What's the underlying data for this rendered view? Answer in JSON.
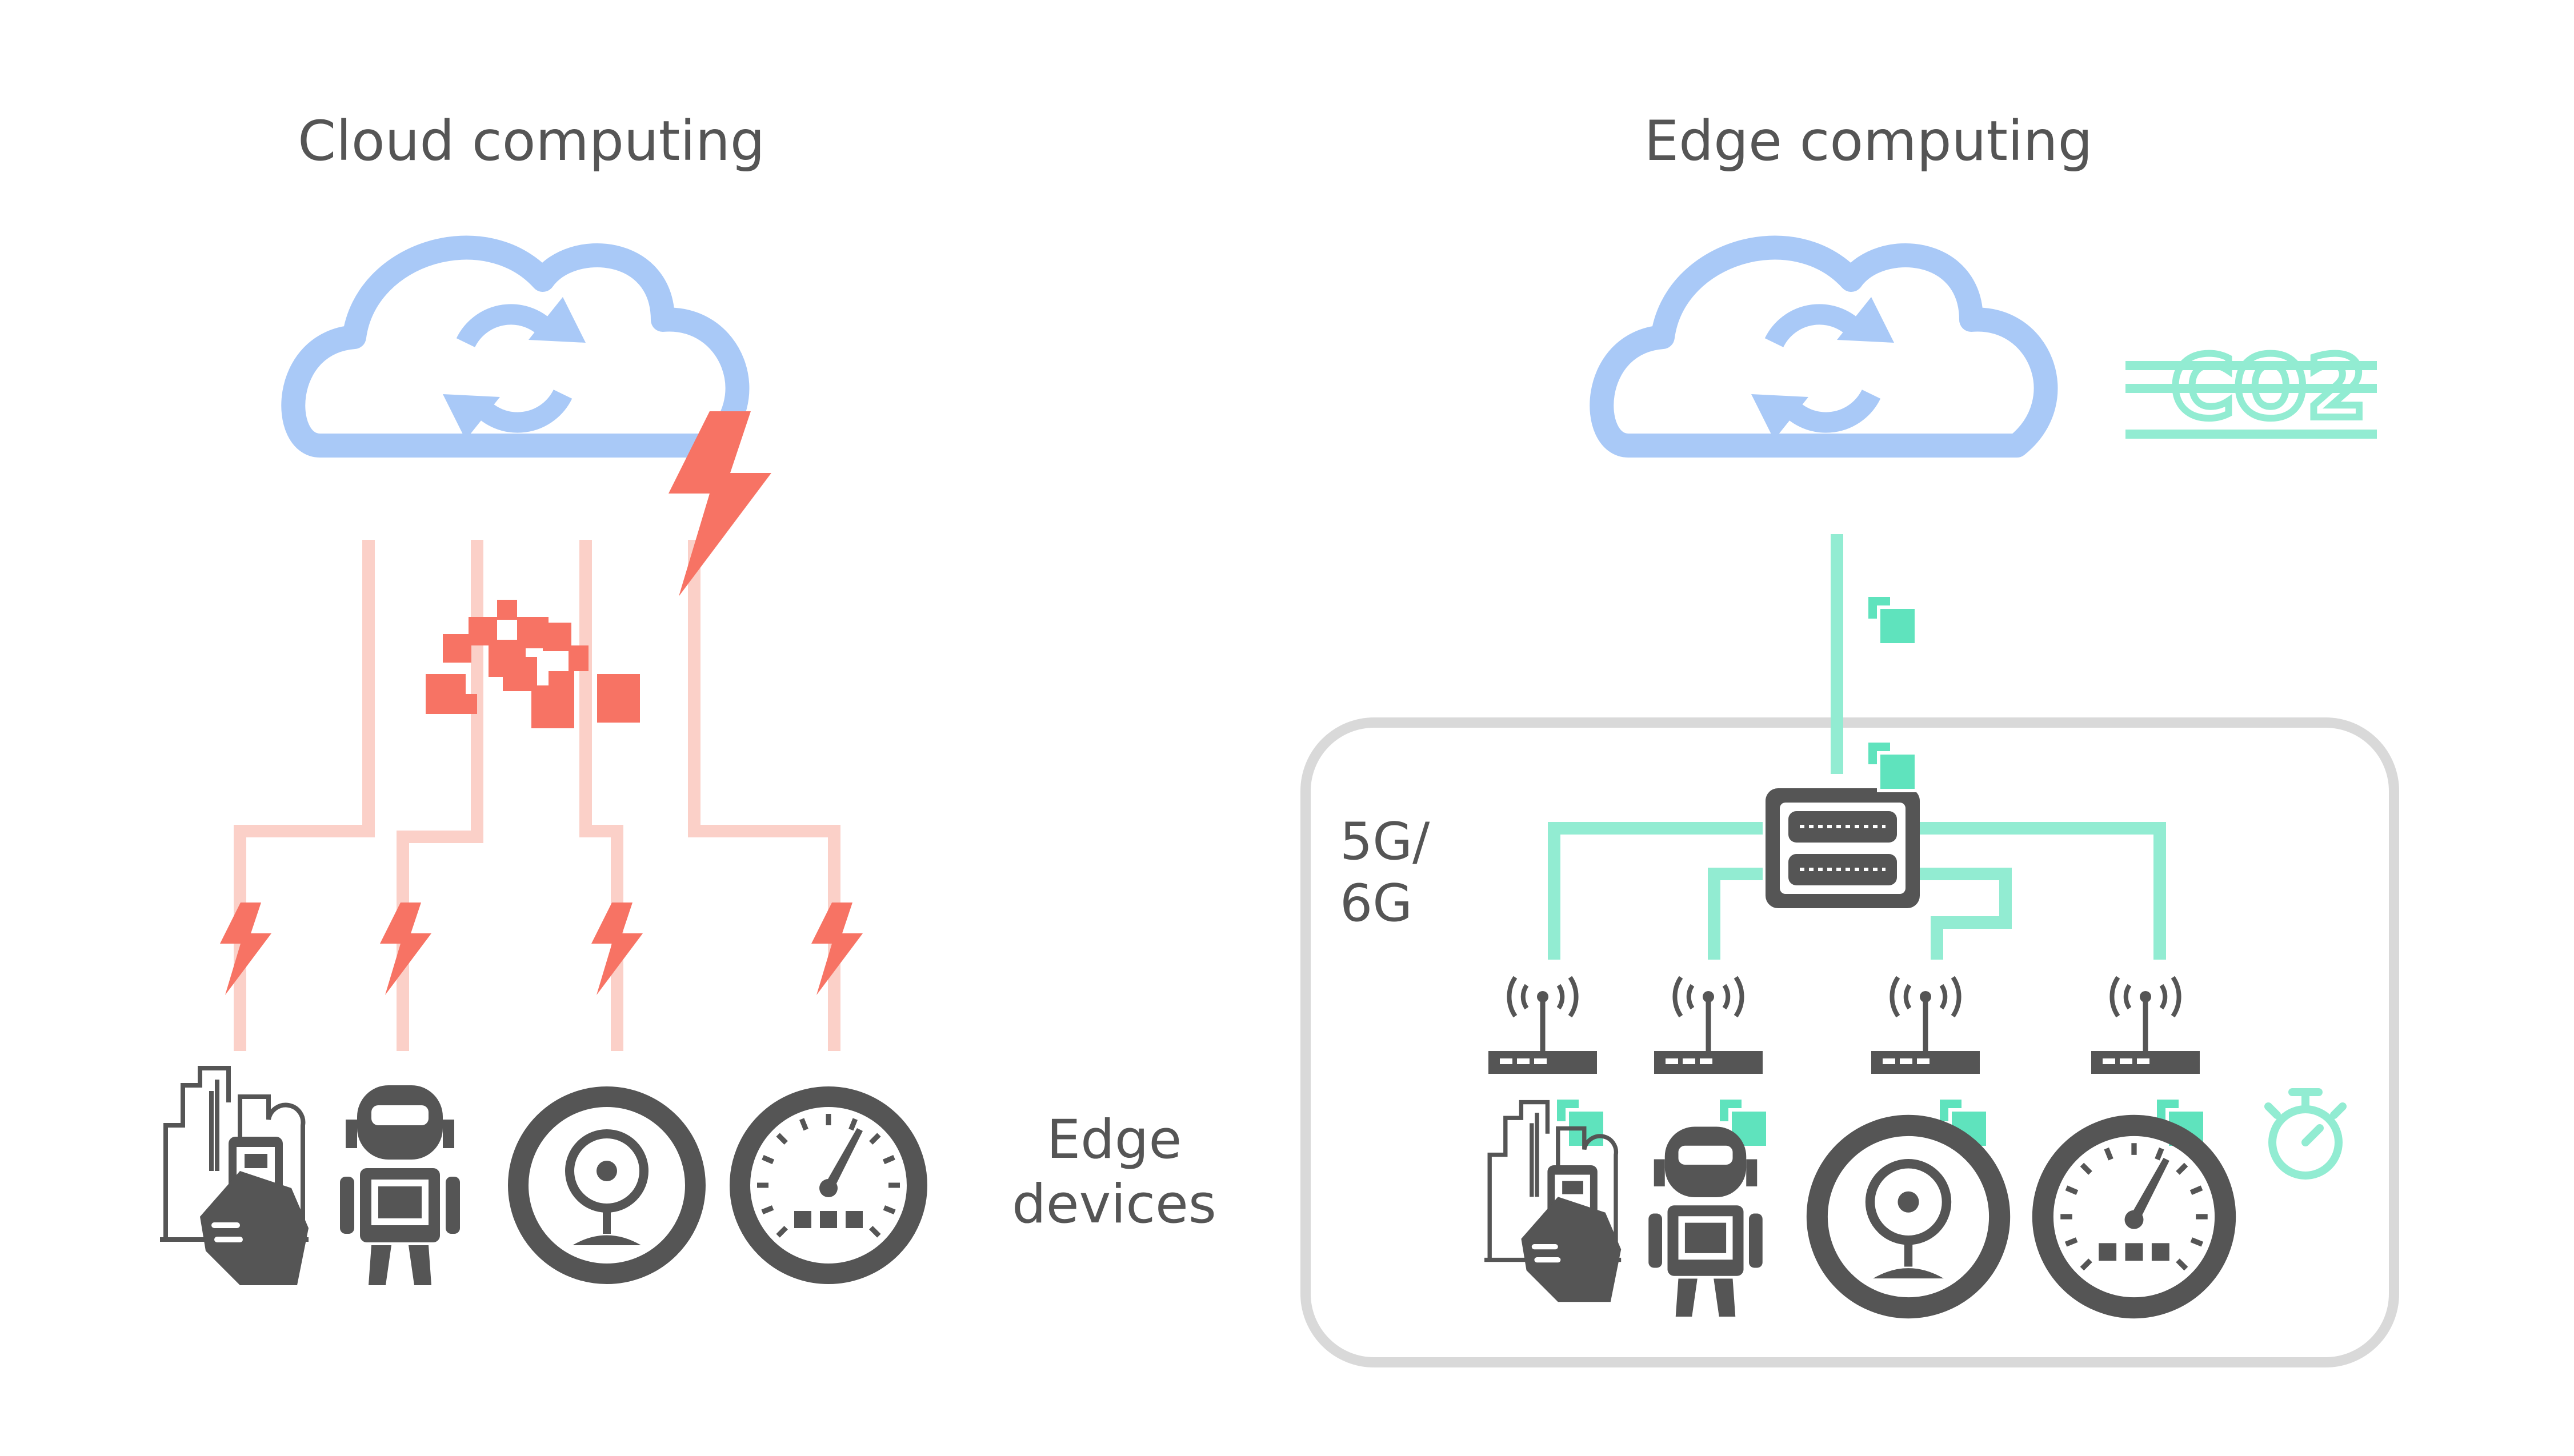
{
  "titles": {
    "cloud": "Cloud computing",
    "edge": "Edge computing"
  },
  "labels": {
    "edge_devices_line1": "Edge",
    "edge_devices_line2": "devices",
    "network_line1": "5G/",
    "network_line2": "6G"
  },
  "co2_label": "CO2",
  "colors": {
    "cloud": "#a9c9f7",
    "cloud_link": "#fbd0c8",
    "congestion": "#f77364",
    "edge_link": "#92ecd2",
    "data_packet": "#5fe3bd",
    "device": "#555555",
    "edge_frame": "#d9d9d9",
    "text": "#555555"
  },
  "icons": {
    "cloud": "cloud-sync-icon",
    "lightning": "lightning-icon",
    "emissions": "co2-emissions-icon",
    "gateway": "network-switch-icon",
    "tower": "wireless-antenna-icon",
    "timer": "stopwatch-icon",
    "devices": [
      "smart-city-phone-icon",
      "robot-icon",
      "camera-icon",
      "gauge-icon"
    ]
  }
}
